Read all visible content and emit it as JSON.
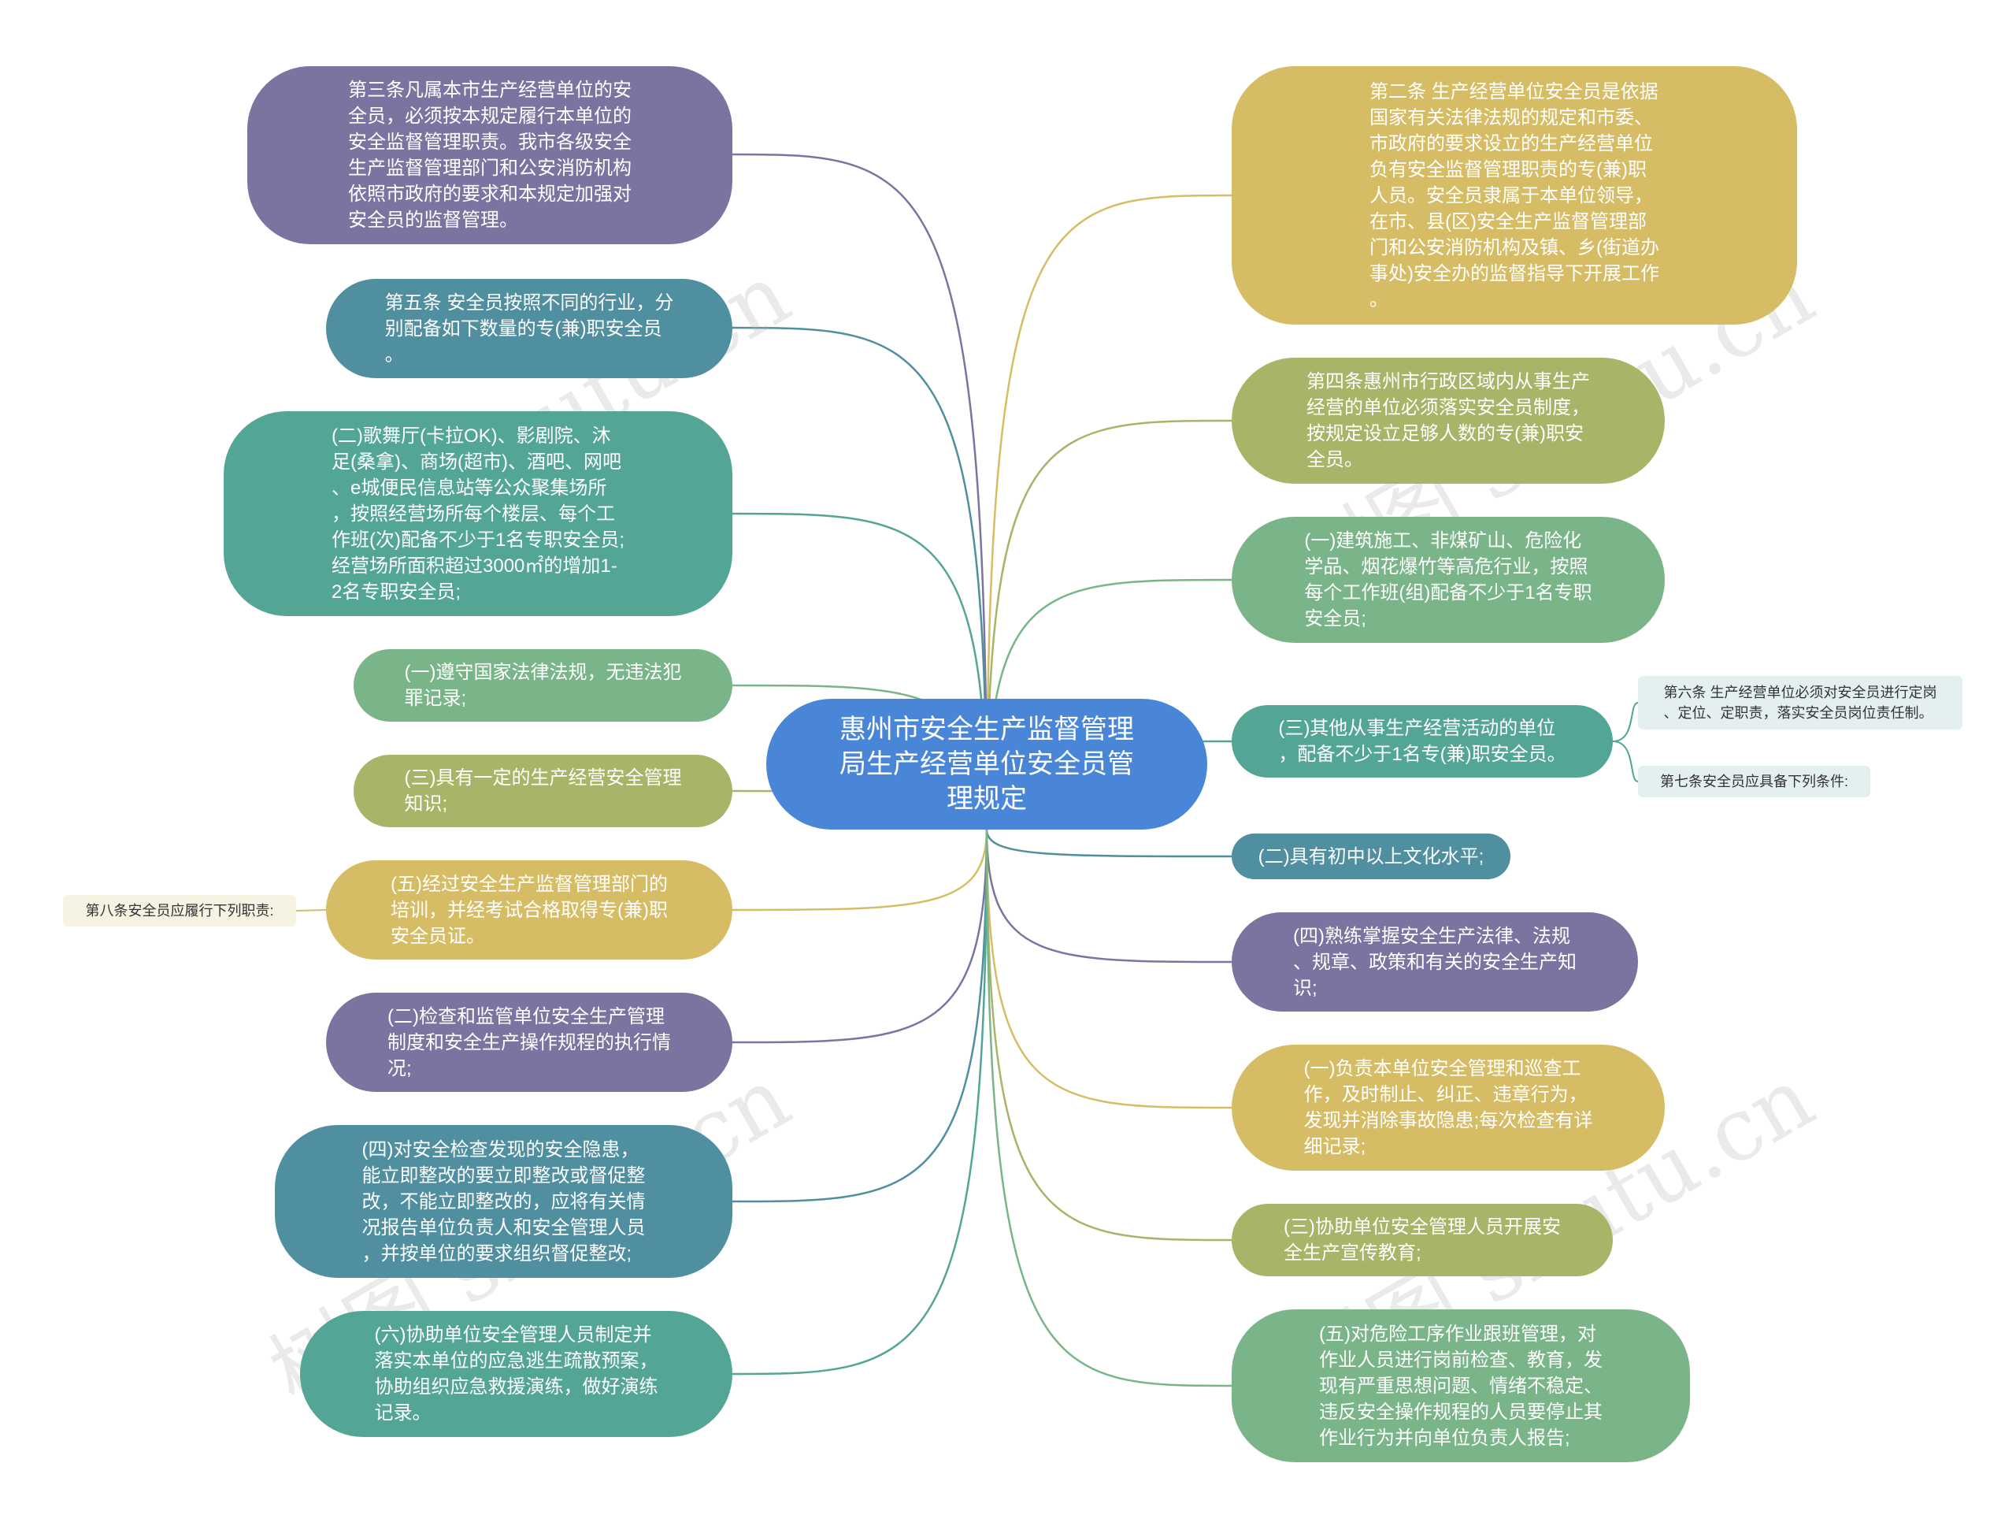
{
  "colors": {
    "purple": "#7a75a0",
    "teal": "#4f8fa0",
    "green": "#53a596",
    "lightgreen": "#7ab58a",
    "olive": "#a8b467",
    "yellow": "#d6bd65",
    "blue": "#4a86d8"
  },
  "center": {
    "text": "惠州市安全生产监督管理\n局生产经营单位安全员管\n理规定"
  },
  "left": [
    {
      "text": "第三条凡属本市生产经营单位的安\n全员，必须按本规定履行本单位的\n安全监督管理职责。我市各级安全\n生产监督管理部门和公安消防机构\n依照市政府的要求和本规定加强对\n安全员的监督管理。"
    },
    {
      "text": "第五条 安全员按照不同的行业，分\n别配备如下数量的专(兼)职安全员\n。"
    },
    {
      "text": "(二)歌舞厅(卡拉OK)、影剧院、沐\n足(桑拿)、商场(超市)、酒吧、网吧\n、e城便民信息站等公众聚集场所\n，按照经营场所每个楼层、每个工\n作班(次)配备不少于1名专职安全员;\n经营场所面积超过3000㎡的增加1-\n2名专职安全员;"
    },
    {
      "text": "(一)遵守国家法律法规，无违法犯\n罪记录;"
    },
    {
      "text": "(三)具有一定的生产经营安全管理\n知识;"
    },
    {
      "text": "(五)经过安全生产监督管理部门的\n培训，并经考试合格取得专(兼)职\n安全员证。"
    },
    {
      "text": "(二)检查和监管单位安全生产管理\n制度和安全生产操作规程的执行情\n况;"
    },
    {
      "text": "(四)对安全检查发现的安全隐患，\n能立即整改的要立即整改或督促整\n改，不能立即整改的，应将有关情\n况报告单位负责人和安全管理人员\n，并按单位的要求组织督促整改;"
    },
    {
      "text": "(六)协助单位安全管理人员制定并\n落实本单位的应急逃生疏散预案，\n协助组织应急救援演练，做好演练\n记录。"
    }
  ],
  "right": [
    {
      "text": "第二条 生产经营单位安全员是依据\n国家有关法律法规的规定和市委、\n市政府的要求设立的生产经营单位\n负有安全监督管理职责的专(兼)职\n人员。安全员隶属于本单位领导，\n在市、县(区)安全生产监督管理部\n门和公安消防机构及镇、乡(街道办\n事处)安全办的监督指导下开展工作\n。"
    },
    {
      "text": "第四条惠州市行政区域内从事生产\n经营的单位必须落实安全员制度，\n按规定设立足够人数的专(兼)职安\n全员。"
    },
    {
      "text": "(一)建筑施工、非煤矿山、危险化\n学品、烟花爆竹等高危行业，按照\n每个工作班(组)配备不少于1名专职\n安全员;"
    },
    {
      "text": "(三)其他从事生产经营活动的单位\n，配备不少于1名专(兼)职安全员。"
    },
    {
      "text": "(二)具有初中以上文化水平;"
    },
    {
      "text": "(四)熟练掌握安全生产法律、法规\n、规章、政策和有关的安全生产知\n识;"
    },
    {
      "text": "(一)负责本单位安全管理和巡查工\n作，及时制止、纠正、违章行为，\n发现并消除事故隐患;每次检查有详\n细记录;"
    },
    {
      "text": "(三)协助单位安全管理人员开展安\n全生产宣传教育;"
    },
    {
      "text": "(五)对危险工序作业跟班管理，对\n作业人员进行岗前检查、教育，发\n现有严重思想问题、情绪不稳定、\n违反安全操作规程的人员要停止其\n作业行为并向单位负责人报告;"
    }
  ],
  "sub": [
    {
      "text": "第六条 生产经营单位必须对安全员进行定岗\n、定位、定职责，落实安全员岗位责任制。"
    },
    {
      "text": "第七条安全员应具备下列条件:"
    },
    {
      "text": "第八条安全员应履行下列职责:"
    }
  ],
  "watermark": "树图 shutu.cn"
}
